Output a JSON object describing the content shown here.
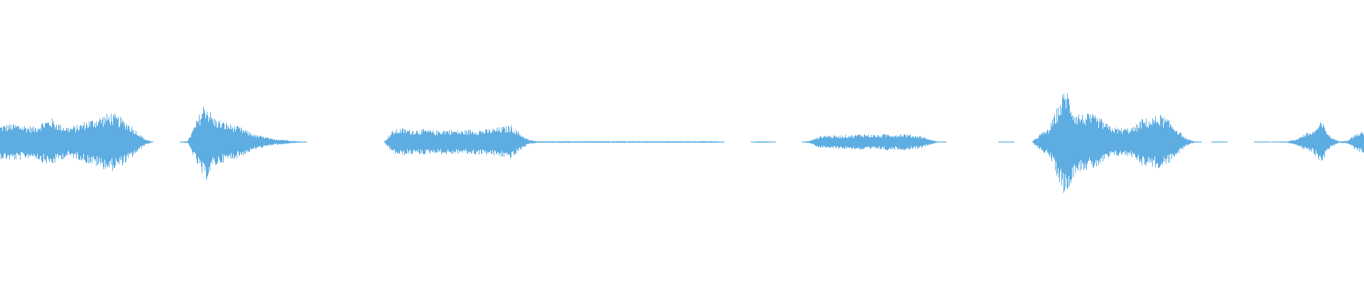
{
  "chart_data": {
    "type": "area",
    "description_kind": "audio-waveform",
    "title": "",
    "xlabel": "",
    "ylabel": "",
    "ylim": [
      -1,
      1
    ],
    "grid": false,
    "axes_visible": false,
    "color": "#5dade2",
    "background": "#ffffff",
    "series": [
      {
        "envelope_peak_amplitude": [
          0.12,
          0.13,
          0.13,
          0.12,
          0.11,
          0.15,
          0.17,
          0.13,
          0.11,
          0.12,
          0.15,
          0.17,
          0.19,
          0.21,
          0.18,
          0.14,
          0.08,
          0.02,
          0,
          0,
          0,
          0,
          0.01,
          0.15,
          0.29,
          0.18,
          0.15,
          0.13,
          0.11,
          0.08,
          0.05,
          0.04,
          0.02,
          0.02,
          0.01,
          0.005,
          0,
          0,
          0,
          0,
          0,
          0,
          0,
          0,
          0,
          0,
          0.08,
          0.1,
          0.09,
          0.09,
          0.09,
          0.08,
          0.09,
          0.09,
          0.08,
          0.09,
          0.09,
          0.09,
          0.1,
          0.11,
          0.12,
          0.06,
          0.015,
          0.006,
          0.006,
          0.006,
          0.006,
          0.006,
          0.006,
          0.006,
          0.006,
          0.006,
          0.006,
          0.006,
          0.006,
          0.006,
          0.006,
          0.006,
          0.006,
          0.006,
          0.006,
          0.006,
          0.006,
          0.006,
          0.006,
          0,
          0,
          0,
          0,
          0.006,
          0.005,
          0,
          0,
          0,
          0,
          0.01,
          0.04,
          0.05,
          0.045,
          0.05,
          0.05,
          0.06,
          0.055,
          0.05,
          0.06,
          0.055,
          0.06,
          0.05,
          0.045,
          0.02,
          0.003,
          0,
          0,
          0,
          0,
          0,
          0,
          0,
          0.004,
          0,
          0,
          0,
          0.06,
          0.1,
          0.25,
          0.4,
          0.22,
          0.2,
          0.2,
          0.17,
          0.12,
          0.1,
          0.1,
          0.11,
          0.17,
          0.17,
          0.2,
          0.16,
          0.1,
          0.03,
          0.005,
          0,
          0,
          0.004,
          0,
          0,
          0,
          0,
          0.003,
          0,
          0.004,
          0.005,
          0.02,
          0.06,
          0.08,
          0.15,
          0.04,
          0.006,
          0.01,
          0.06,
          0.08
        ]
      }
    ]
  }
}
